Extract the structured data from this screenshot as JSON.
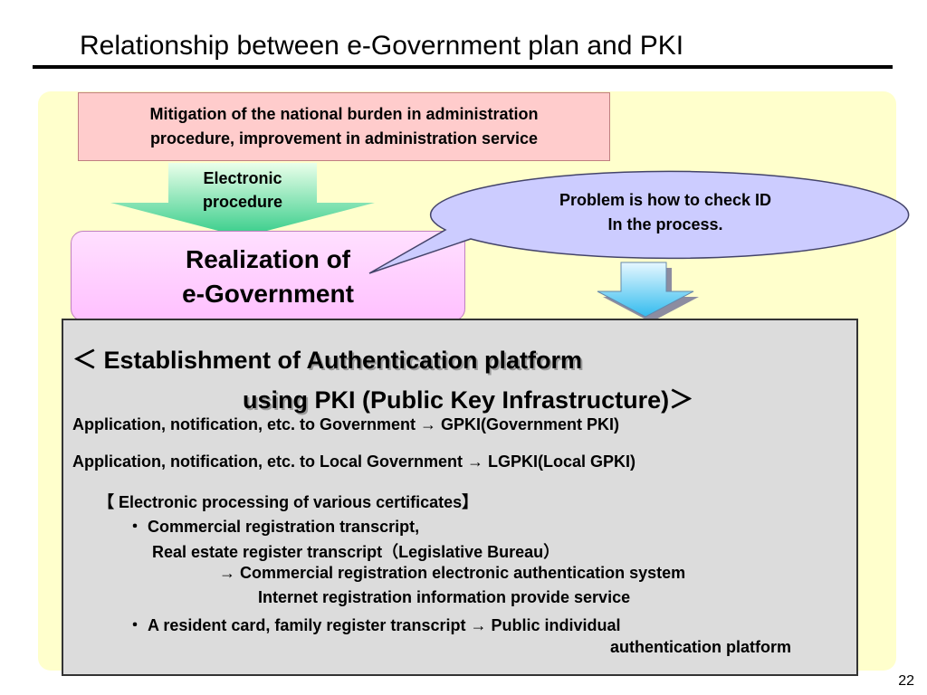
{
  "title": "Relationship between e-Government plan and PKI",
  "top_box": {
    "line1": "Mitigation of the national burden in administration",
    "line2": "procedure, improvement in administration service"
  },
  "arrow_label": {
    "line1": "Electronic",
    "line2": "procedure"
  },
  "egov_box": {
    "line1": "Realization of",
    "line2": "e-Government"
  },
  "bubble": {
    "line1": "Problem is how to check ID",
    "line2": "In the process."
  },
  "main_box": {
    "heading": {
      "bracket_open": "＜",
      "part1": " Establishment of ",
      "part2": "Authentication platform",
      "part3": "using",
      "part4": " PKI (Public Key Infrastructure)",
      "bracket_close": "＞"
    },
    "gov_line": "Application, notification, etc. to Government   →  GPKI(Government PKI)",
    "local_line": "Application, notification, etc. to Local Government   →  LGPKI(Local  GPKI)",
    "certs_heading": "【 Electronic processing of various certificates】",
    "bullet1_line1": "・  Commercial registration transcript,",
    "bullet1_line2": "Real estate register transcript（Legislative Bureau）",
    "result1_line1": "→  Commercial registration electronic authentication system",
    "result1_line2": "Internet registration information provide service",
    "bullet2_line1": "・  A resident card, family register  transcript  →  Public individual",
    "bullet2_line2": "authentication platform"
  },
  "page_number": "22",
  "colors": {
    "background_panel": "#ffffcc",
    "top_box": "#ffcccc",
    "egov_box": "#ffc0ff",
    "bubble": "#ccccff",
    "main_box": "#dcdcdc"
  }
}
